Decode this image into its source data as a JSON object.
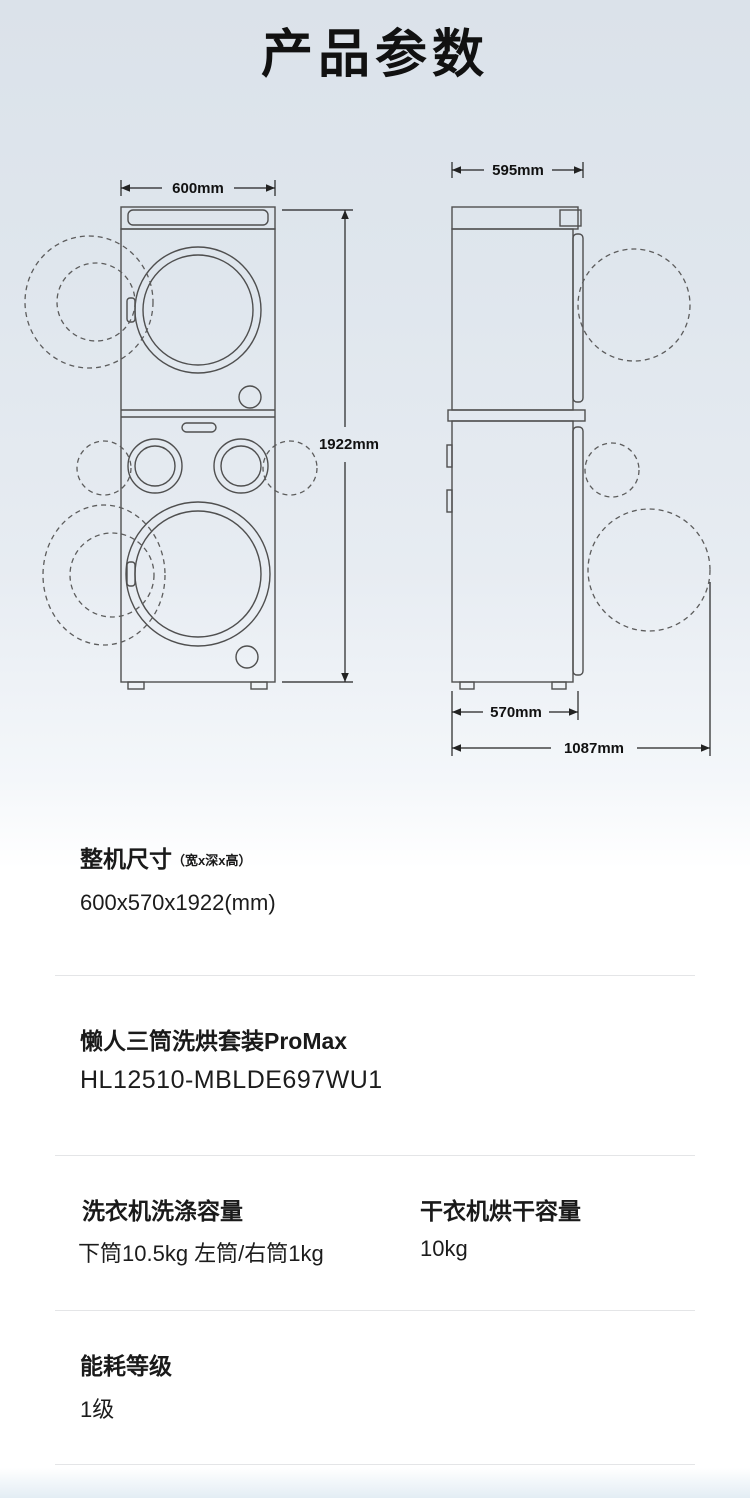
{
  "page": {
    "title": "产品参数"
  },
  "diagram": {
    "front": {
      "width": "600mm",
      "height": "1922mm"
    },
    "side": {
      "top_depth": "595mm",
      "bottom_depth": "570mm",
      "total_depth": "1087mm"
    }
  },
  "specs": {
    "dimensions": {
      "label": "整机尺寸",
      "note": "（宽x深x高）",
      "value": "600x570x1922(mm)"
    },
    "product": {
      "name": "懒人三筒洗烘套装ProMax",
      "model": "HL12510-MBLDE697WU1"
    },
    "capacity": {
      "washer_label": "洗衣机洗涤容量",
      "washer_value": "下筒10.5kg 左筒/右筒1kg",
      "dryer_label": "干衣机烘干容量",
      "dryer_value": "10kg"
    },
    "energy": {
      "label": "能耗等级",
      "value": "1级"
    }
  }
}
